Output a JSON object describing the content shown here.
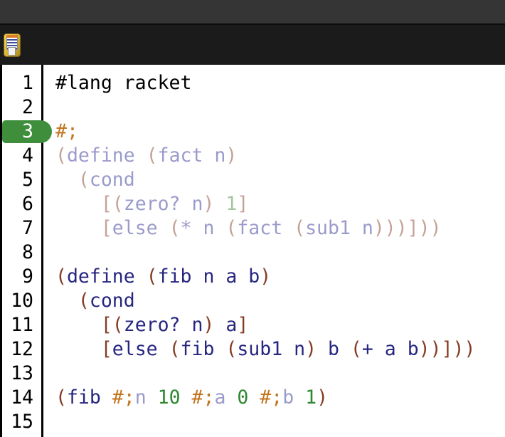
{
  "window": {
    "titlebar_color": "#353535",
    "toolbar_color": "#1b1b1b"
  },
  "toolbar": {
    "save_icon": "floppy-disk-save-icon"
  },
  "editor": {
    "language": "racket",
    "active_line": 3,
    "total_lines": 15,
    "colors": {
      "plain": "#000000",
      "comment": "#c2741f",
      "paren": "#843c24",
      "id": "#262680",
      "num": "#2f872f",
      "fadeParen": "#c4a298",
      "fadeId": "#9b9bcb",
      "fadeNum": "#a2c69e",
      "lineNumber": "#000000",
      "activeLineBg": "#3e8e3c",
      "activeLineText": "#ffffff"
    },
    "lines": [
      {
        "n": 1,
        "segs": [
          [
            "plain",
            "#lang racket"
          ]
        ]
      },
      {
        "n": 2,
        "segs": []
      },
      {
        "n": 3,
        "segs": [
          [
            "comment",
            "#;"
          ]
        ]
      },
      {
        "n": 4,
        "segs": [
          [
            "fadeParen",
            "("
          ],
          [
            "fadeId",
            "define "
          ],
          [
            "fadeParen",
            "("
          ],
          [
            "fadeId",
            "fact n"
          ],
          [
            "fadeParen",
            ")"
          ]
        ]
      },
      {
        "n": 5,
        "segs": [
          [
            "fadeParen",
            "  ("
          ],
          [
            "fadeId",
            "cond"
          ]
        ]
      },
      {
        "n": 6,
        "segs": [
          [
            "fadeParen",
            "    [("
          ],
          [
            "fadeId",
            "zero? n"
          ],
          [
            "fadeParen",
            ") "
          ],
          [
            "fadeNum",
            "1"
          ],
          [
            "fadeParen",
            "]"
          ]
        ]
      },
      {
        "n": 7,
        "segs": [
          [
            "fadeParen",
            "    ["
          ],
          [
            "fadeId",
            "else "
          ],
          [
            "fadeParen",
            "("
          ],
          [
            "fadeId",
            "* n "
          ],
          [
            "fadeParen",
            "("
          ],
          [
            "fadeId",
            "fact "
          ],
          [
            "fadeParen",
            "("
          ],
          [
            "fadeId",
            "sub1 n"
          ],
          [
            "fadeParen",
            ")))]))"
          ]
        ]
      },
      {
        "n": 8,
        "segs": []
      },
      {
        "n": 9,
        "segs": [
          [
            "paren",
            "("
          ],
          [
            "id",
            "define "
          ],
          [
            "paren",
            "("
          ],
          [
            "id",
            "fib n a b"
          ],
          [
            "paren",
            ")"
          ]
        ]
      },
      {
        "n": 10,
        "segs": [
          [
            "paren",
            "  ("
          ],
          [
            "id",
            "cond"
          ]
        ]
      },
      {
        "n": 11,
        "segs": [
          [
            "paren",
            "    [("
          ],
          [
            "id",
            "zero? n"
          ],
          [
            "paren",
            ") "
          ],
          [
            "id",
            "a"
          ],
          [
            "paren",
            "]"
          ]
        ]
      },
      {
        "n": 12,
        "segs": [
          [
            "paren",
            "    ["
          ],
          [
            "id",
            "else "
          ],
          [
            "paren",
            "("
          ],
          [
            "id",
            "fib "
          ],
          [
            "paren",
            "("
          ],
          [
            "id",
            "sub1 n"
          ],
          [
            "paren",
            ") "
          ],
          [
            "id",
            "b "
          ],
          [
            "paren",
            "("
          ],
          [
            "id",
            "+ a b"
          ],
          [
            "paren",
            "))]))"
          ]
        ]
      },
      {
        "n": 13,
        "segs": []
      },
      {
        "n": 14,
        "segs": [
          [
            "paren",
            "("
          ],
          [
            "id",
            "fib "
          ],
          [
            "comment",
            "#;"
          ],
          [
            "fadeId",
            "n "
          ],
          [
            "num",
            "10 "
          ],
          [
            "comment",
            "#;"
          ],
          [
            "fadeId",
            "a "
          ],
          [
            "num",
            "0 "
          ],
          [
            "comment",
            "#;"
          ],
          [
            "fadeId",
            "b "
          ],
          [
            "num",
            "1"
          ],
          [
            "paren",
            ")"
          ]
        ]
      },
      {
        "n": 15,
        "segs": []
      }
    ]
  }
}
